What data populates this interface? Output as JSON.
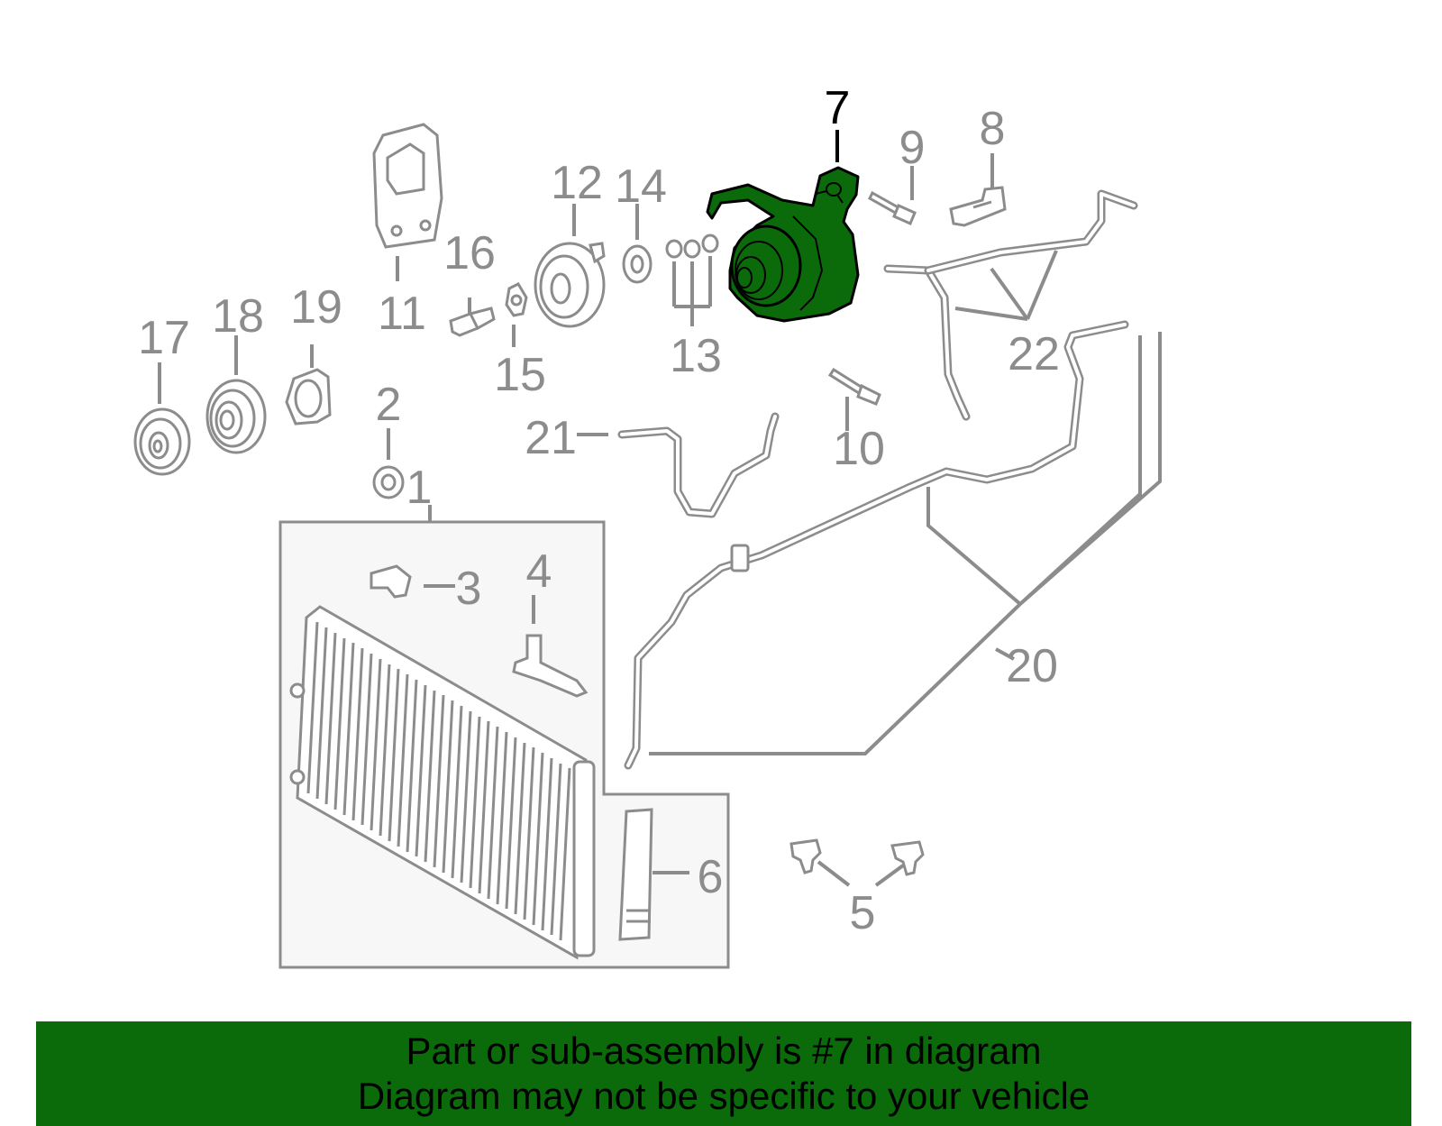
{
  "selected_part": "7",
  "colors": {
    "highlight": "#0b6b0b",
    "outline": "#8c8c8c",
    "banner_bg": "#0b6b0b"
  },
  "callouts": {
    "c1": "1",
    "c2": "2",
    "c3": "3",
    "c4": "4",
    "c5": "5",
    "c6": "6",
    "c7": "7",
    "c8": "8",
    "c9": "9",
    "c10": "10",
    "c11": "11",
    "c12": "12",
    "c13": "13",
    "c14": "14",
    "c15": "15",
    "c16": "16",
    "c17": "17",
    "c18": "18",
    "c19": "19",
    "c20": "20",
    "c21": "21",
    "c22": "22"
  },
  "banner": {
    "line1": "Part or sub-assembly is #7 in diagram",
    "line2": "Diagram may not be specific to your vehicle"
  }
}
